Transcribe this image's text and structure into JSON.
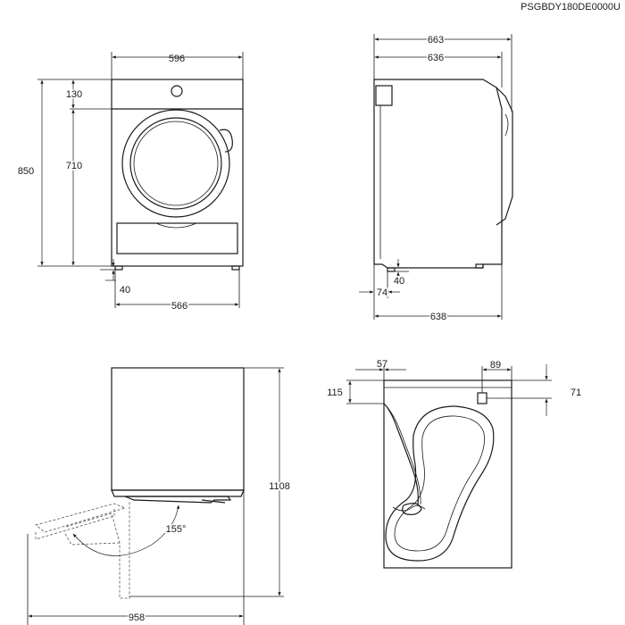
{
  "model_code": "PSGBDY180DE0000U",
  "front_view": {
    "width_label": "596",
    "height_label": "850",
    "top_panel_label": "130",
    "body_height_label": "710",
    "foot_height_label": "40",
    "foot_spacing_label": "566"
  },
  "side_view": {
    "depth_with_door_label": "663",
    "depth_label": "636",
    "foot_height_label": "40",
    "foot_offset_label": "74",
    "base_depth_label": "638"
  },
  "door_open_view": {
    "total_depth_label": "958",
    "height_label": "1108",
    "opening_angle_label": "155°"
  },
  "rear_view": {
    "hose_offset_x_label": "57",
    "hose_offset_y_label": "115",
    "outlet_offset_x_label": "89",
    "outlet_offset_y_label": "71"
  }
}
